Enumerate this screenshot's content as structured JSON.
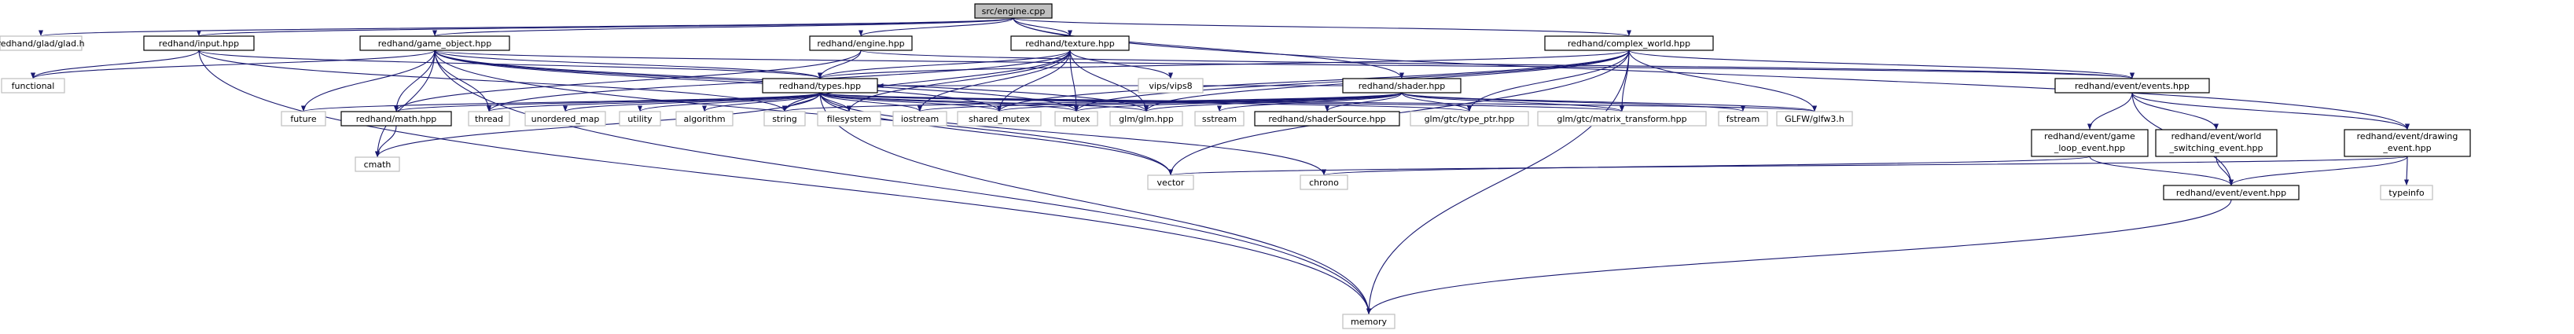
{
  "colors": {
    "root_fill": "#bfbfbf",
    "root_stroke": "#000000",
    "box_stroke": "#000000",
    "external_stroke": "#bfbfbf",
    "edge": "#191970"
  },
  "nodes": [
    {
      "id": "engine_cpp",
      "label": "src/engine.cpp",
      "kind": "root"
    },
    {
      "id": "glad",
      "label": "redhand/glad/glad.h",
      "kind": "external"
    },
    {
      "id": "input",
      "label": "redhand/input.hpp",
      "kind": "file"
    },
    {
      "id": "game_object",
      "label": "redhand/game_object.hpp",
      "kind": "file"
    },
    {
      "id": "engine_hpp",
      "label": "redhand/engine.hpp",
      "kind": "file"
    },
    {
      "id": "texture",
      "label": "redhand/texture.hpp",
      "kind": "file"
    },
    {
      "id": "complex_world",
      "label": "redhand/complex_world.hpp",
      "kind": "file"
    },
    {
      "id": "functional",
      "label": "functional",
      "kind": "external"
    },
    {
      "id": "types",
      "label": "redhand/types.hpp",
      "kind": "file"
    },
    {
      "id": "vips",
      "label": "vips/vips8",
      "kind": "external"
    },
    {
      "id": "shader",
      "label": "redhand/shader.hpp",
      "kind": "file"
    },
    {
      "id": "events",
      "label": "redhand/event/events.hpp",
      "kind": "file"
    },
    {
      "id": "future",
      "label": "future",
      "kind": "external"
    },
    {
      "id": "math",
      "label": "redhand/math.hpp",
      "kind": "file"
    },
    {
      "id": "thread",
      "label": "thread",
      "kind": "external"
    },
    {
      "id": "unordered_map",
      "label": "unordered_map",
      "kind": "external"
    },
    {
      "id": "utility",
      "label": "utility",
      "kind": "external"
    },
    {
      "id": "algorithm",
      "label": "algorithm",
      "kind": "external"
    },
    {
      "id": "string",
      "label": "string",
      "kind": "external"
    },
    {
      "id": "filesystem",
      "label": "filesystem",
      "kind": "external"
    },
    {
      "id": "iostream",
      "label": "iostream",
      "kind": "external"
    },
    {
      "id": "shared_mutex",
      "label": "shared_mutex",
      "kind": "external"
    },
    {
      "id": "mutex",
      "label": "mutex",
      "kind": "external"
    },
    {
      "id": "glm",
      "label": "glm/glm.hpp",
      "kind": "external"
    },
    {
      "id": "sstream",
      "label": "sstream",
      "kind": "external"
    },
    {
      "id": "shaderSource",
      "label": "redhand/shaderSource.hpp",
      "kind": "file"
    },
    {
      "id": "type_ptr",
      "label": "glm/gtc/type_ptr.hpp",
      "kind": "external"
    },
    {
      "id": "matrix_transform",
      "label": "glm/gtc/matrix_transform.hpp",
      "kind": "external"
    },
    {
      "id": "fstream",
      "label": "fstream",
      "kind": "external"
    },
    {
      "id": "glfw",
      "label": "GLFW/glfw3.h",
      "kind": "external"
    },
    {
      "id": "game_loop_event",
      "label": [
        "redhand/event/game",
        "_loop_event.hpp"
      ],
      "kind": "file"
    },
    {
      "id": "world_switching_event",
      "label": [
        "redhand/event/world",
        "_switching_event.hpp"
      ],
      "kind": "file"
    },
    {
      "id": "drawing_event",
      "label": [
        "redhand/event/drawing",
        "_event.hpp"
      ],
      "kind": "file"
    },
    {
      "id": "cmath",
      "label": "cmath",
      "kind": "external"
    },
    {
      "id": "vector",
      "label": "vector",
      "kind": "external"
    },
    {
      "id": "chrono",
      "label": "chrono",
      "kind": "external"
    },
    {
      "id": "event",
      "label": "redhand/event/event.hpp",
      "kind": "file"
    },
    {
      "id": "typeinfo",
      "label": "typeinfo",
      "kind": "external"
    },
    {
      "id": "memory",
      "label": "memory",
      "kind": "external"
    }
  ],
  "edges": [
    [
      "engine_cpp",
      "glad"
    ],
    [
      "engine_cpp",
      "input"
    ],
    [
      "engine_cpp",
      "game_object"
    ],
    [
      "engine_cpp",
      "engine_hpp"
    ],
    [
      "engine_cpp",
      "texture"
    ],
    [
      "engine_cpp",
      "complex_world"
    ],
    [
      "engine_cpp",
      "shader"
    ],
    [
      "engine_cpp",
      "drawing_event"
    ],
    [
      "input",
      "functional"
    ],
    [
      "input",
      "types"
    ],
    [
      "input",
      "string"
    ],
    [
      "input",
      "memory"
    ],
    [
      "game_object",
      "functional"
    ],
    [
      "game_object",
      "types"
    ],
    [
      "game_object",
      "future"
    ],
    [
      "game_object",
      "math"
    ],
    [
      "game_object",
      "thread"
    ],
    [
      "game_object",
      "shared_mutex"
    ],
    [
      "game_object",
      "mutex"
    ],
    [
      "game_object",
      "glm"
    ],
    [
      "game_object",
      "cmath"
    ],
    [
      "game_object",
      "vector"
    ],
    [
      "game_object",
      "memory"
    ],
    [
      "game_object",
      "events"
    ],
    [
      "engine_hpp",
      "types"
    ],
    [
      "engine_hpp",
      "math"
    ],
    [
      "engine_hpp",
      "events"
    ],
    [
      "texture",
      "types"
    ],
    [
      "texture",
      "vips"
    ],
    [
      "texture",
      "string"
    ],
    [
      "texture",
      "filesystem"
    ],
    [
      "texture",
      "iostream"
    ],
    [
      "texture",
      "shared_mutex"
    ],
    [
      "texture",
      "mutex"
    ],
    [
      "texture",
      "glm"
    ],
    [
      "texture",
      "thread"
    ],
    [
      "complex_world",
      "types"
    ],
    [
      "complex_world",
      "events"
    ],
    [
      "complex_world",
      "shared_mutex"
    ],
    [
      "complex_world",
      "glm"
    ],
    [
      "complex_world",
      "type_ptr"
    ],
    [
      "complex_world",
      "matrix_transform"
    ],
    [
      "complex_world",
      "glfw"
    ],
    [
      "complex_world",
      "memory"
    ],
    [
      "complex_world",
      "mutex"
    ],
    [
      "complex_world",
      "vector"
    ],
    [
      "types",
      "future"
    ],
    [
      "types",
      "math"
    ],
    [
      "types",
      "thread"
    ],
    [
      "types",
      "unordered_map"
    ],
    [
      "types",
      "utility"
    ],
    [
      "types",
      "algorithm"
    ],
    [
      "types",
      "string"
    ],
    [
      "types",
      "filesystem"
    ],
    [
      "types",
      "iostream"
    ],
    [
      "types",
      "shared_mutex"
    ],
    [
      "types",
      "mutex"
    ],
    [
      "types",
      "glm"
    ],
    [
      "types",
      "type_ptr"
    ],
    [
      "types",
      "matrix_transform"
    ],
    [
      "types",
      "glfw"
    ],
    [
      "types",
      "cmath"
    ],
    [
      "types",
      "vector"
    ],
    [
      "types",
      "chrono"
    ],
    [
      "types",
      "memory"
    ],
    [
      "shader",
      "types"
    ],
    [
      "shader",
      "string"
    ],
    [
      "shader",
      "iostream"
    ],
    [
      "shader",
      "shared_mutex"
    ],
    [
      "shader",
      "mutex"
    ],
    [
      "shader",
      "glm"
    ],
    [
      "shader",
      "sstream"
    ],
    [
      "shader",
      "shaderSource"
    ],
    [
      "shader",
      "type_ptr"
    ],
    [
      "shader",
      "matrix_transform"
    ],
    [
      "shader",
      "fstream"
    ],
    [
      "shader",
      "glfw"
    ],
    [
      "math",
      "cmath"
    ],
    [
      "events",
      "game_loop_event"
    ],
    [
      "events",
      "world_switching_event"
    ],
    [
      "events",
      "drawing_event"
    ],
    [
      "events",
      "event"
    ],
    [
      "game_loop_event",
      "event"
    ],
    [
      "game_loop_event",
      "chrono"
    ],
    [
      "world_switching_event",
      "event"
    ],
    [
      "drawing_event",
      "event"
    ],
    [
      "drawing_event",
      "typeinfo"
    ],
    [
      "drawing_event",
      "vector"
    ],
    [
      "event",
      "memory"
    ]
  ]
}
